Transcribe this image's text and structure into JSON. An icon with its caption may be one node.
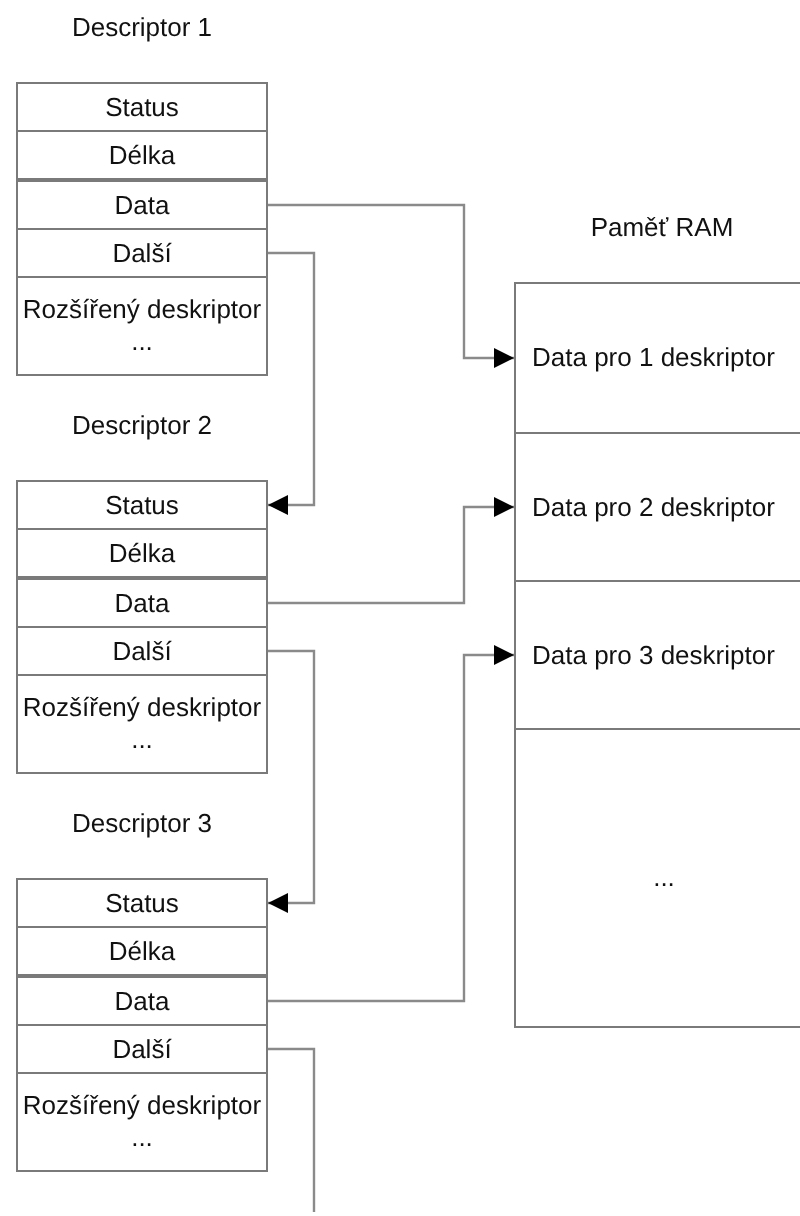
{
  "diagram": {
    "nodes": [
      {
        "text": [
          "Descriptor 1"
        ]
      },
      {
        "text": [
          "Status"
        ],
        "in": 0
      },
      {
        "text": [
          "Délka"
        ],
        "in": 0
      },
      {
        "text": [
          "Data"
        ],
        "in": 0
      },
      {
        "text": [
          "Další"
        ],
        "in": 0
      },
      {
        "text": [
          "Rozšířený deskriptor",
          "..."
        ],
        "in": 0
      },
      {
        "text": [
          "Descriptor 2"
        ]
      },
      {
        "text": [
          "Status"
        ],
        "in": 6
      },
      {
        "text": [
          "Délka"
        ],
        "in": 6
      },
      {
        "text": [
          "Data"
        ],
        "in": 6
      },
      {
        "text": [
          "Další"
        ],
        "in": 6
      },
      {
        "text": [
          "Rozšířený deskriptor",
          "..."
        ],
        "in": 6
      },
      {
        "text": [
          "Descriptor 3"
        ]
      },
      {
        "text": [
          "Status"
        ],
        "in": 12
      },
      {
        "text": [
          "Délka"
        ],
        "in": 12
      },
      {
        "text": [
          "Data"
        ],
        "in": 12
      },
      {
        "text": [
          "Další"
        ],
        "in": 12
      },
      {
        "text": [
          "Rozšířený deskriptor",
          "..."
        ],
        "in": 12
      },
      {
        "text": [
          "Paměť RAM"
        ]
      },
      {
        "text": [
          "Data pro 1 deskriptor"
        ],
        "in": 18
      },
      {
        "text": [
          "Data pro 2 deskriptor"
        ],
        "in": 18
      },
      {
        "text": [
          "Data pro 3 deskriptor"
        ],
        "in": 18
      },
      {
        "text": [
          "..."
        ],
        "in": 18
      }
    ],
    "edges": [
      {
        "from": 3,
        "to": 19,
        "arrow": "to"
      },
      {
        "from": 4,
        "to": 7,
        "arrow": "to"
      },
      {
        "from": 9,
        "to": 20,
        "arrow": "to"
      },
      {
        "from": 10,
        "to": 13,
        "arrow": "to"
      },
      {
        "from": 15,
        "to": 21,
        "arrow": "to"
      },
      {
        "from": 16,
        "to": null,
        "arrow": "none"
      }
    ]
  }
}
